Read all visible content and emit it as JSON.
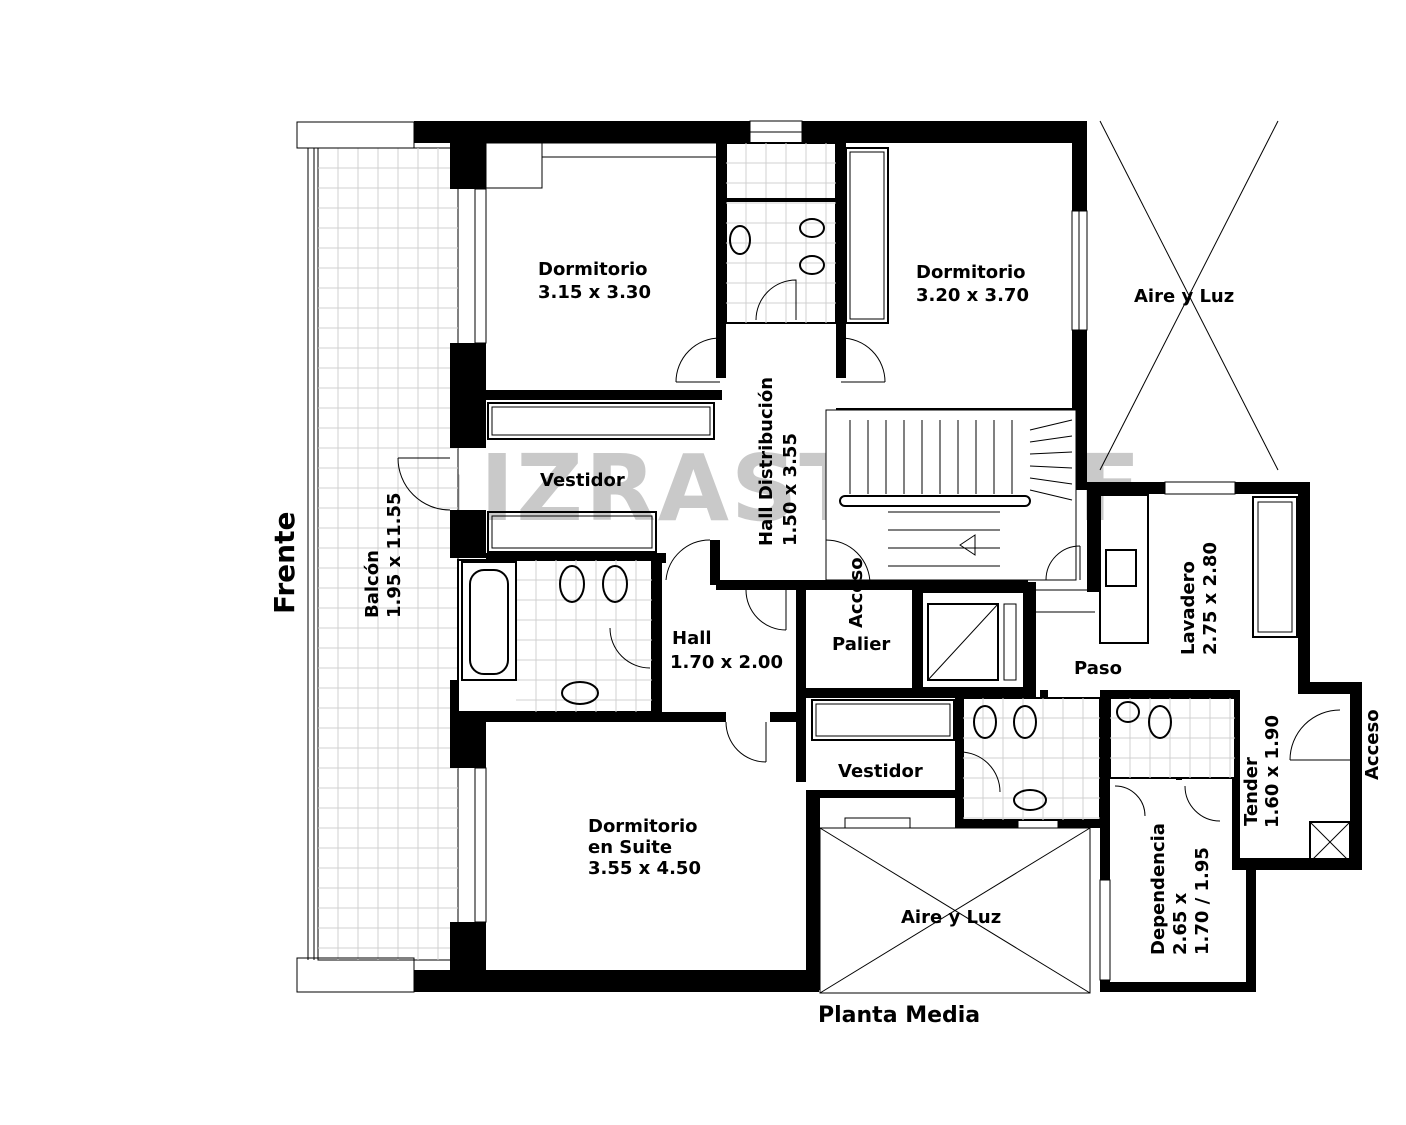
{
  "plan": {
    "title": "Planta Media",
    "front_label": "Frente",
    "watermark": "IZRASTZOFF",
    "rooms": [
      {
        "id": "dorm1",
        "name": "Dormitorio",
        "dims": "3.15 x 3.30"
      },
      {
        "id": "dorm2",
        "name": "Dormitorio",
        "dims": "3.20 x 3.70"
      },
      {
        "id": "aire1",
        "name": "Aire y Luz"
      },
      {
        "id": "hall_dist",
        "name": "Hall Distribución",
        "dims": "1.50 x 3.55"
      },
      {
        "id": "vestidor1",
        "name": "Vestidor"
      },
      {
        "id": "balcon",
        "name": "Balcón",
        "dims": "1.95 x 11.55"
      },
      {
        "id": "acceso_palier",
        "name": "Acceso",
        "sub": "Palier"
      },
      {
        "id": "hall",
        "name": "Hall",
        "dims": "1.70 x 2.00"
      },
      {
        "id": "lavadero",
        "name": "Lavadero",
        "dims": "2.75 x 2.80"
      },
      {
        "id": "paso",
        "name": "Paso"
      },
      {
        "id": "vestidor2",
        "name": "Vestidor"
      },
      {
        "id": "tender",
        "name": "Tender",
        "dims": "1.60 x 1.90"
      },
      {
        "id": "acceso2",
        "name": "Acceso"
      },
      {
        "id": "suite",
        "name": "Dormitorio",
        "line2": "en Suite",
        "dims": "3.55 x 4.50"
      },
      {
        "id": "dependencia",
        "name": "Dependencia",
        "line2": "2.65 x",
        "dims": "1.70 / 1.95"
      },
      {
        "id": "aire2",
        "name": "Aire y Luz"
      }
    ]
  }
}
